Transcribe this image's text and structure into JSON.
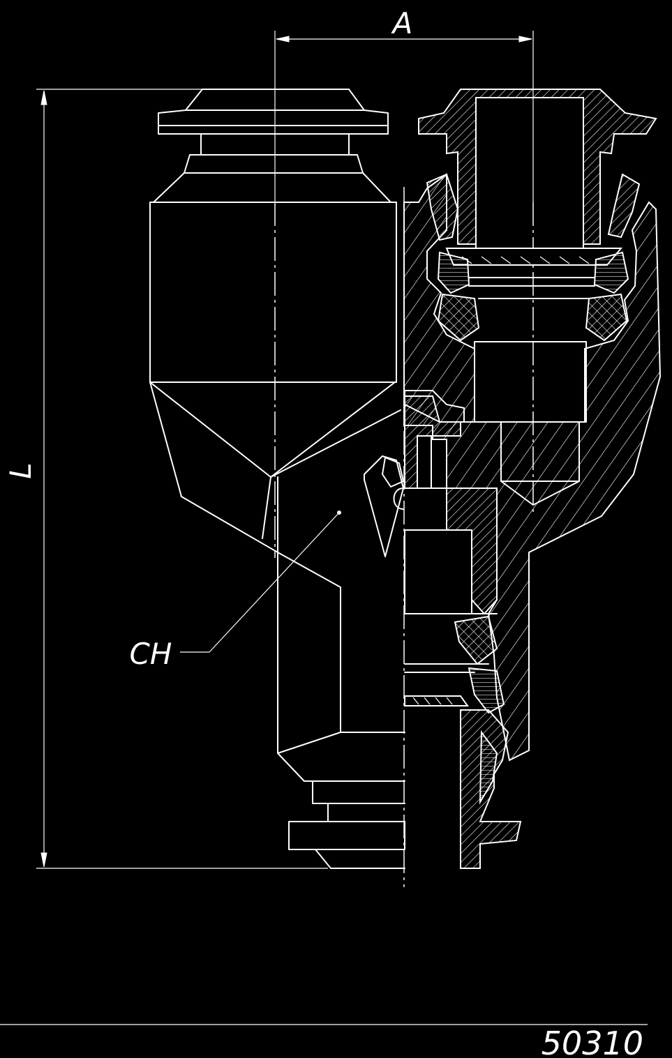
{
  "labels": {
    "dim_a": "A",
    "dim_l": "L",
    "hex": "CH",
    "part_number": "50310"
  },
  "colors": {
    "background": "#000000",
    "line": "#ffffff"
  }
}
